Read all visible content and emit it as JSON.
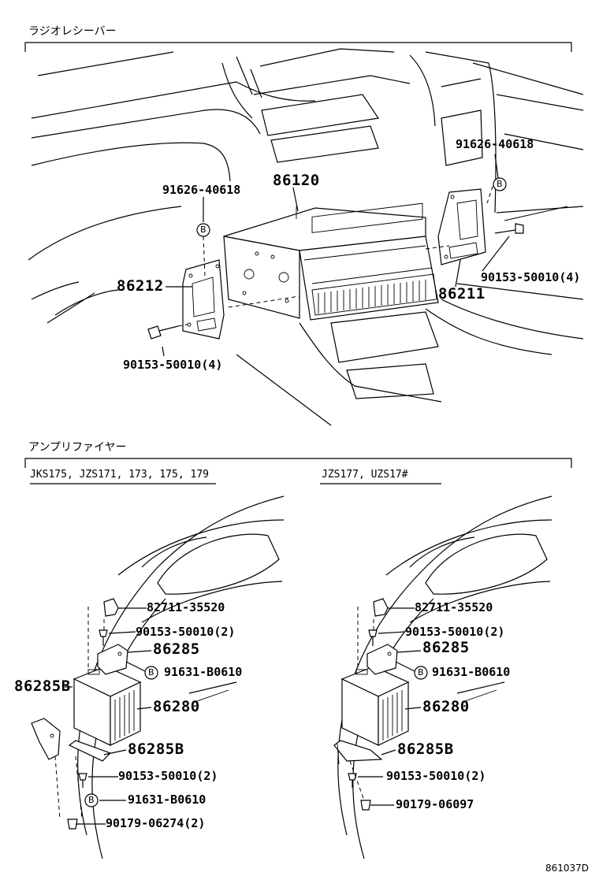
{
  "sections": {
    "radio_receiver": "ラジオレシーバー",
    "amplifier": "アンプリファイヤー"
  },
  "variants": {
    "left": "JKS175, JZS171, 173, 175, 179",
    "right": "JZS177, UZS17#"
  },
  "radio_labels": {
    "p86120": "86120",
    "p91626_left": "91626-40618",
    "p91626_right": "91626-40618",
    "p86212": "86212",
    "p86211": "86211",
    "p90153_left": "90153-50010(4)",
    "p90153_right": "90153-50010(4)"
  },
  "amp_left": {
    "p82711": "82711-35520",
    "p90153_a": "90153-50010(2)",
    "p86285": "86285",
    "p91631_a": "91631-B0610",
    "p86285b_side": "86285B",
    "p86280": "86280",
    "p86285b": "86285B",
    "p90153_b": "90153-50010(2)",
    "p91631_b": "91631-B0610",
    "p90179": "90179-06274(2)"
  },
  "amp_right": {
    "p82711": "82711-35520",
    "p90153_a": "90153-50010(2)",
    "p86285": "86285",
    "p91631": "91631-B0610",
    "p86280": "86280",
    "p86285b": "86285B",
    "p90153_b": "90153-50010(2)",
    "p90179": "90179-06097"
  },
  "markers": {
    "b": "B"
  },
  "figure_id": "861037D"
}
